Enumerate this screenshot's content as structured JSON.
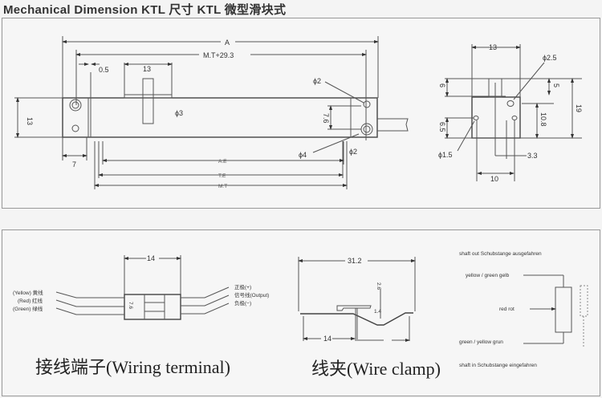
{
  "title": "Mechanical Dimension KTL   尺寸 KTL 微型滑块式",
  "top_view": {
    "dim_A": "A",
    "dim_mt_plus": "M.T+29.3",
    "dim_0_5": "0.5",
    "dim_13_tab": "13",
    "dim_13_height": "13",
    "dim_7": "7",
    "phi3": "ϕ3",
    "phi2_top": "ϕ2",
    "phi2_bottom": "ϕ2",
    "phi4": "ϕ4",
    "dim_7_6": "7.6",
    "ae": "A.E",
    "te": "T.E",
    "mt": "M.T"
  },
  "side_view": {
    "dim_13": "13",
    "phi2_5": "ϕ2.5",
    "dim_6": "6",
    "dim_5": "5",
    "dim_19": "19",
    "dim_10_8": "10.8",
    "dim_6_5": "6.5",
    "phi1_5": "ϕ1.5",
    "dim_3_3": "3.3",
    "dim_10": "10"
  },
  "wiring": {
    "dim_14": "14",
    "dim_7_6": "7.6",
    "left_labels": [
      "(Yellow) 黄线",
      "(Red) 红线",
      "(Green) 绿线"
    ],
    "right_labels": [
      "正极(+)",
      "信号线(Output)",
      "负极(−)"
    ],
    "caption": "接线端子(Wiring terminal)"
  },
  "clamp": {
    "dim_31_2": "31.2",
    "dim_2_6": "2.6",
    "dim_1_4": "1.4",
    "dim_14": "14",
    "caption": "线夹(Wire clamp)"
  },
  "schematic": {
    "shaft_out": "shaft out Schubstange ausgefahren",
    "yellow_green": "yellow / green gelb",
    "red": "red rot",
    "green_yellow": "green / yellow  grun",
    "shaft_in": "shaft in Schubstange eingefahren"
  }
}
